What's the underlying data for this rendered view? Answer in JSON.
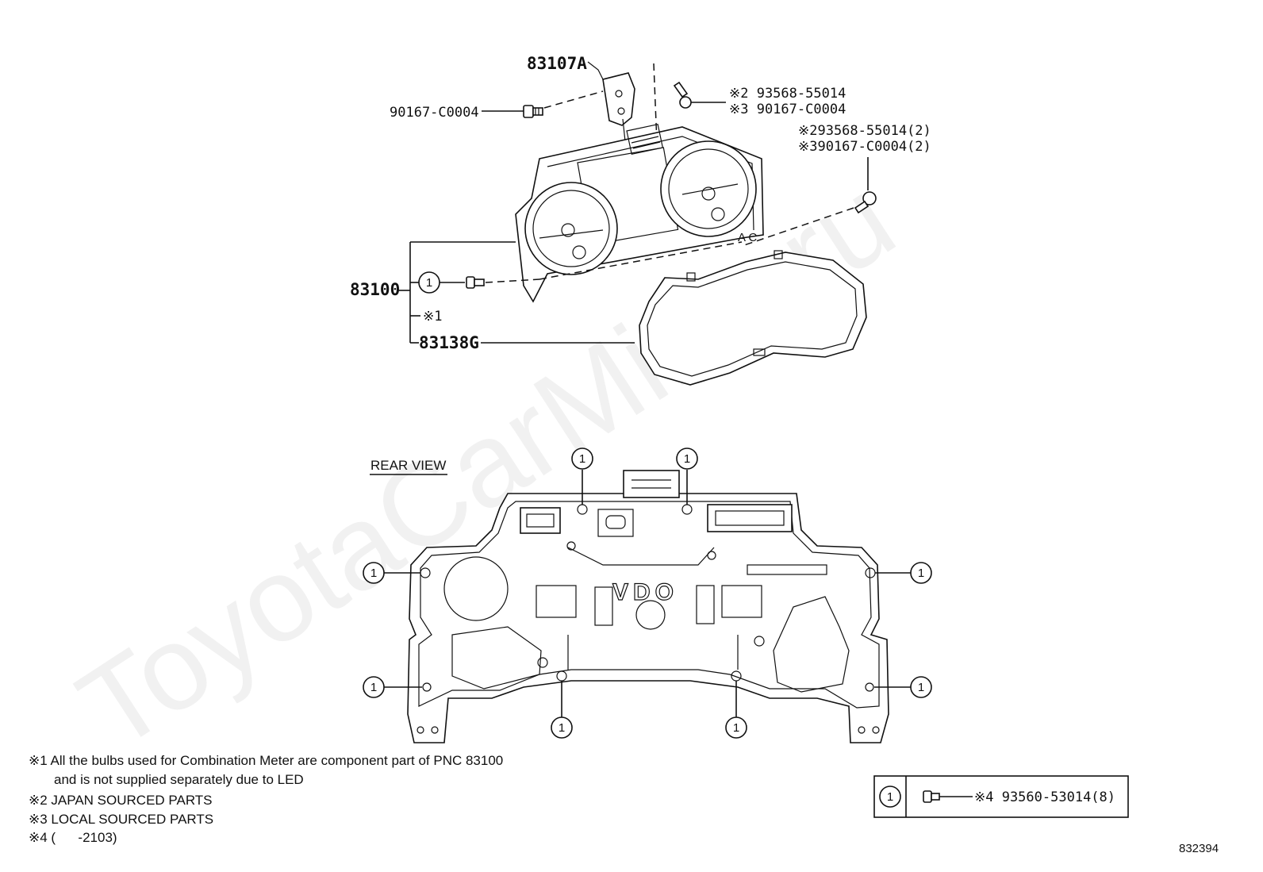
{
  "watermark": "ToyotaCarMine.ru",
  "labels": {
    "bracket_part": "83107A",
    "screw_left": "90167-C0004",
    "screw_top_1": "※2 93568-55014",
    "screw_top_2": "※3 90167-C0004",
    "screw_right_1": "※293568-55014(2)",
    "screw_right_2": "※390167-C0004(2)",
    "meter_assy": "83100",
    "ref_one": "1",
    "bulb_note_ref": "※1",
    "lens": "83138G"
  },
  "rear_view": {
    "title": "REAR VIEW",
    "brand_mark": "VDO",
    "callout": "1"
  },
  "notes": [
    "※1 All the bulbs used for Combination Meter are component part of PNC 83100",
    "and is not supplied separately due to LED",
    "※2 JAPAN SOURCED PARTS",
    "※3 LOCAL SOURCED PARTS",
    "※4 (      -2103)"
  ],
  "legend": {
    "ref": "1",
    "part": "※4 93560-53014(8)"
  },
  "diagram_number": "832394"
}
